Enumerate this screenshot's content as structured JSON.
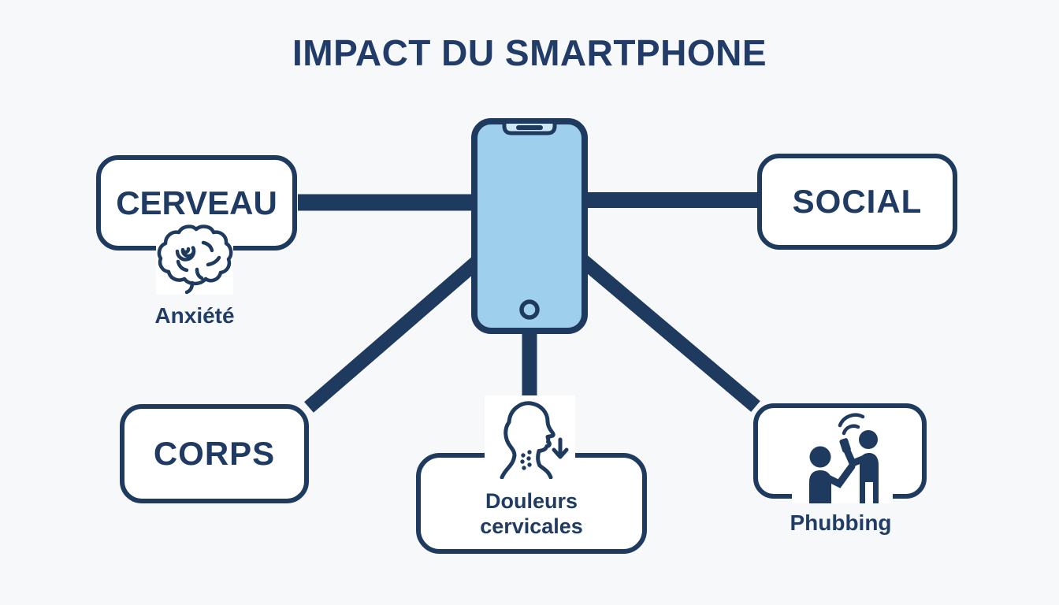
{
  "title": "IMPACT DU SMARTPHONE",
  "center": {
    "icon": "smartphone-icon"
  },
  "nodes": {
    "cerveau": {
      "label": "CERVEAU",
      "sublabel": "Anxiété",
      "icon": "brain-icon"
    },
    "social": {
      "label": "SOCIAL"
    },
    "corps": {
      "label": "CORPS"
    },
    "douleurs": {
      "label": "Douleurs cervicales",
      "icon": "neck-pain-icon"
    },
    "phubbing": {
      "label": "Phubbing",
      "icon": "phubbing-people-icon"
    }
  },
  "colors": {
    "navy_line": "#1e3a5e",
    "navy_text": "#1f3b64",
    "phone_screen": "#9ecfec",
    "notch_fill": "#cde7f7",
    "background": "#f7f8fa",
    "box_fill": "#ffffff"
  }
}
